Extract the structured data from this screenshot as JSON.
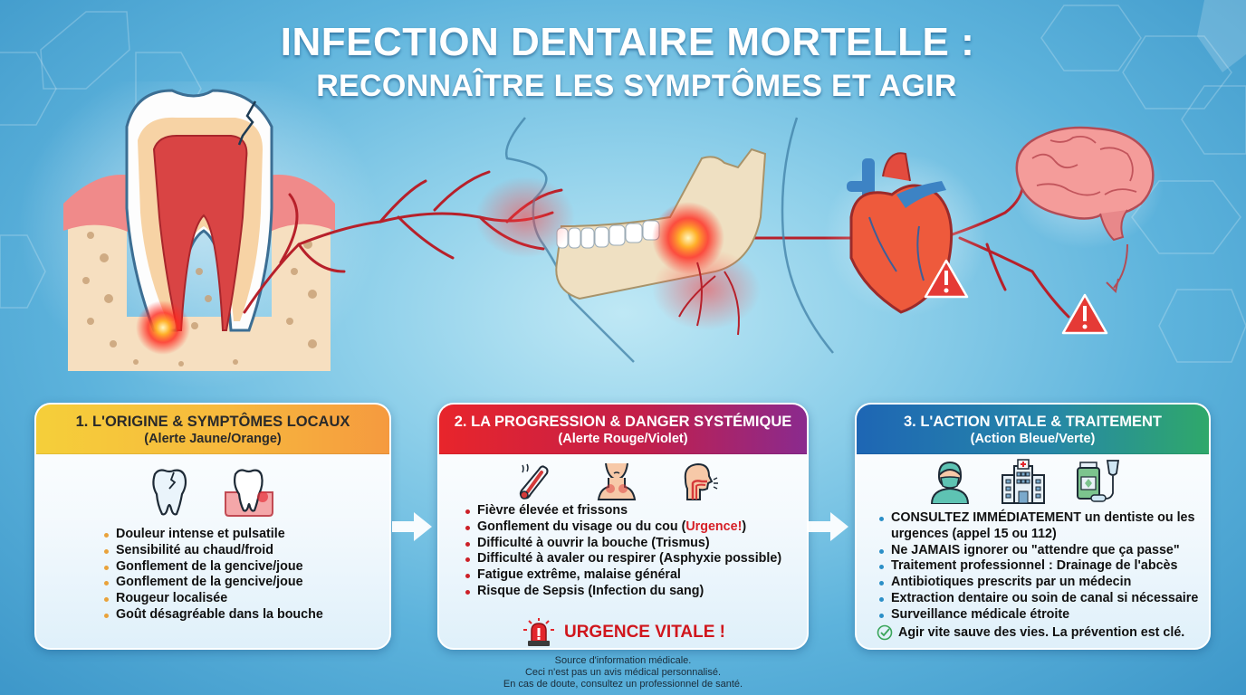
{
  "title": {
    "line1": "INFECTION DENTAIRE MORTELLE :",
    "line2": "RECONNAÎTRE LES SYMPTÔMES ET AGIR"
  },
  "illustration": {
    "panels": [
      "tooth-abscess-cross-section",
      "jaw-face-infection-spread",
      "heart-with-warning",
      "brain-with-warning"
    ],
    "warning_icons": 2
  },
  "cards": [
    {
      "heading": "1. L'ORIGINE & SYMPTÔMES LOCAUX",
      "subheading": "(Alerte Jaune/Orange)",
      "icons": [
        "cracked-tooth-icon",
        "inflamed-gum-tooth-icon"
      ],
      "items": [
        "Douleur intense et pulsatile",
        "Sensibilité au chaud/froid",
        "Gonflement de la gencive/joue",
        "Gonflement de la gencive/joue",
        "Rougeur localisée",
        "Goût désagréable dans la bouche"
      ],
      "colors": {
        "start": "#f5cf3a",
        "end": "#f59a3f",
        "bullet": "#e9a23b"
      }
    },
    {
      "heading": "2. LA PROGRESSION & DANGER SYSTÉMIQUE",
      "subheading": "(Alerte Rouge/Violet)",
      "icons": [
        "thermometer-fever-icon",
        "swollen-neck-icon",
        "breathing-difficulty-icon"
      ],
      "items": [
        "Fièvre élevée et frissons",
        "Gonflement du visage ou du cou (",
        "Difficulté à ouvrir la bouche (Trismus)",
        "Difficulté à avaler ou respirer (Asphyxie possible)",
        "Fatigue extrême, malaise général",
        "Risque de Sepsis (Infection du sang)"
      ],
      "item2_highlight": "Urgence!",
      "item2_suffix": ")",
      "alert": "URGENCE VITALE !",
      "colors": {
        "start": "#e8252b",
        "end": "#8a2a8e",
        "bullet": "#cc2027",
        "alert": "#d0161c"
      }
    },
    {
      "heading": "3. L'ACTION VITALE & TRAITEMENT",
      "subheading": "(Action Bleue/Verte)",
      "icons": [
        "doctor-icon",
        "hospital-icon",
        "medicine-drain-icon"
      ],
      "items": [
        "CONSULTEZ IMMÉDIATEMENT un dentiste ou les urgences (appel 15 ou 112)",
        "Ne JAMAIS ignorer ou \"attendre que ça passe\"",
        "Traitement professionnel : Drainage de l'abcès",
        "Antibiotiques prescrits par un médecin",
        "Extraction dentaire ou soin de canal si nécessaire",
        "Surveillance médicale étroite"
      ],
      "tip": "Agir vite sauve des vies. La prévention est clé.",
      "colors": {
        "start": "#1e66b4",
        "end": "#2fa86a",
        "bullet": "#2b8fc7"
      }
    }
  ],
  "footer": {
    "line1": "Source d'information médicale.",
    "line2": "Ceci n'est pas un avis médical personnalisé.",
    "line3": "En cas de doute, consultez un professionnel de santé."
  }
}
